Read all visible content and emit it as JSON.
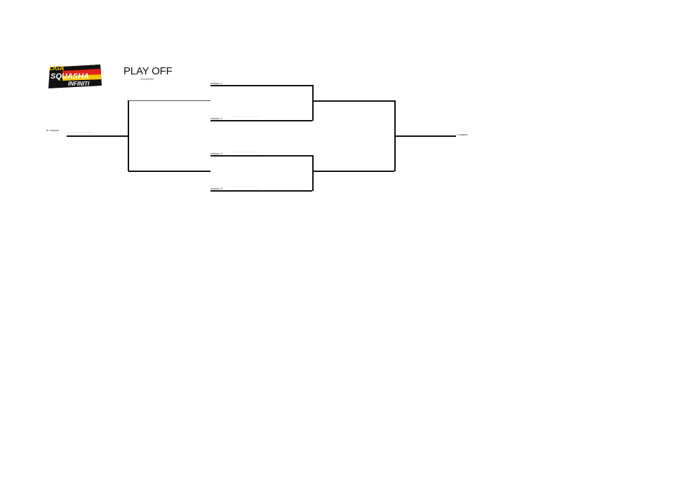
{
  "header": {
    "title": "PLAY OFF",
    "season": "2014/2015",
    "logo": {
      "line1": "LIGA",
      "line2": "SQUASHA",
      "line3": "INFINITI",
      "colors": {
        "black": "#111111",
        "red": "#e2231a",
        "yellow": "#f7c600"
      }
    }
  },
  "bracket": {
    "seeds": {
      "seed1": "miejsce 1",
      "seed4": "miejsce 4",
      "seed2": "miejsce 2",
      "seed3": "miejsce 3"
    },
    "placeholder": "..................................",
    "third_place_label": "III miejsce",
    "first_place_label": "I miejsce"
  }
}
